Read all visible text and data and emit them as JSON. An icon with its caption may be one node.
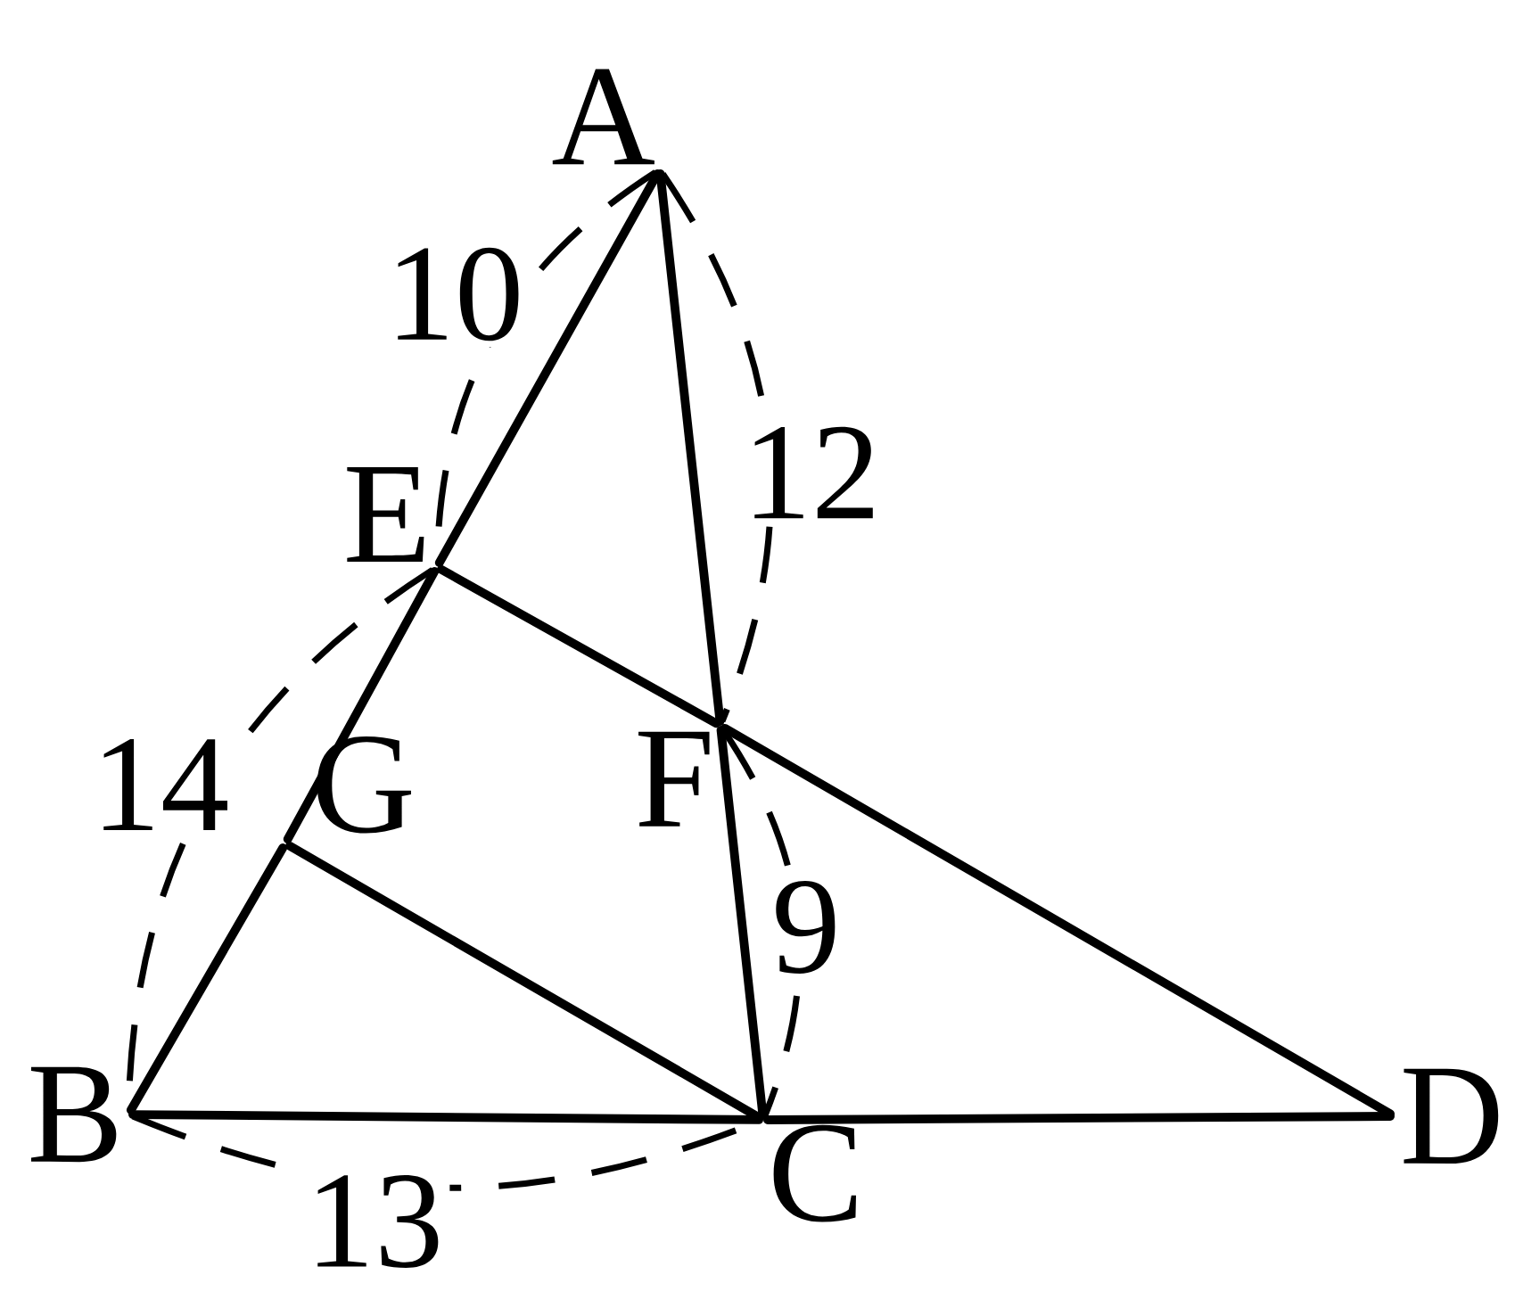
{
  "diagram": {
    "nodes": [
      {
        "text": [
          "A"
        ]
      },
      {
        "text": [
          "E"
        ]
      },
      {
        "text": [
          "G"
        ]
      },
      {
        "text": [
          "F"
        ]
      },
      {
        "text": [
          "B"
        ]
      },
      {
        "text": [
          "C"
        ]
      },
      {
        "text": [
          "D"
        ]
      }
    ],
    "edges": [
      {
        "from": 0,
        "to": 1,
        "arrow": "none"
      },
      {
        "from": 1,
        "to": 2,
        "arrow": "none"
      },
      {
        "from": 2,
        "to": 4,
        "arrow": "none"
      },
      {
        "from": 0,
        "to": 3,
        "arrow": "none"
      },
      {
        "from": 3,
        "to": 5,
        "arrow": "none"
      },
      {
        "from": 4,
        "to": 5,
        "arrow": "none"
      },
      {
        "from": 5,
        "to": 6,
        "arrow": "none"
      },
      {
        "from": 1,
        "to": 3,
        "arrow": "none"
      },
      {
        "from": 3,
        "to": 6,
        "arrow": "none"
      },
      {
        "from": 2,
        "to": 5,
        "arrow": "none"
      }
    ],
    "labels": [
      "10",
      "12",
      "14",
      "9",
      "13"
    ]
  }
}
